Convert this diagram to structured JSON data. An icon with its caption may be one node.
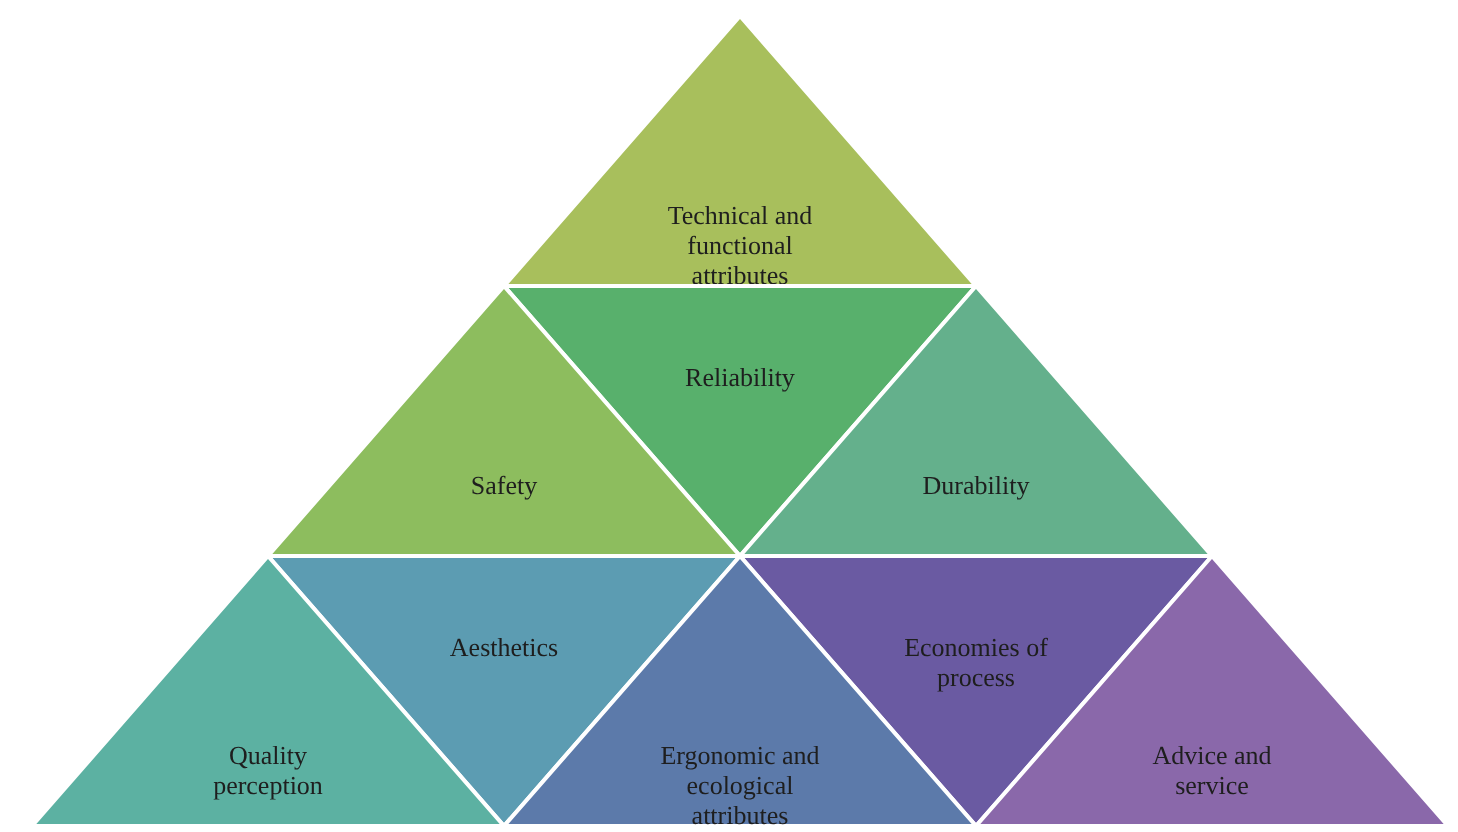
{
  "diagram": {
    "nodes": [
      {
        "text": [
          "Technical and functional attributes"
        ]
      },
      {
        "text": [
          "Reliability"
        ]
      },
      {
        "text": [
          "Safety"
        ]
      },
      {
        "text": [
          "Durability"
        ]
      },
      {
        "text": [
          "Aesthetics"
        ]
      },
      {
        "text": [
          "Economies of process"
        ]
      },
      {
        "text": [
          "Quality perception"
        ]
      },
      {
        "text": [
          "Ergonomic and ecological attributes"
        ]
      },
      {
        "text": [
          "Advice and service"
        ]
      }
    ]
  }
}
